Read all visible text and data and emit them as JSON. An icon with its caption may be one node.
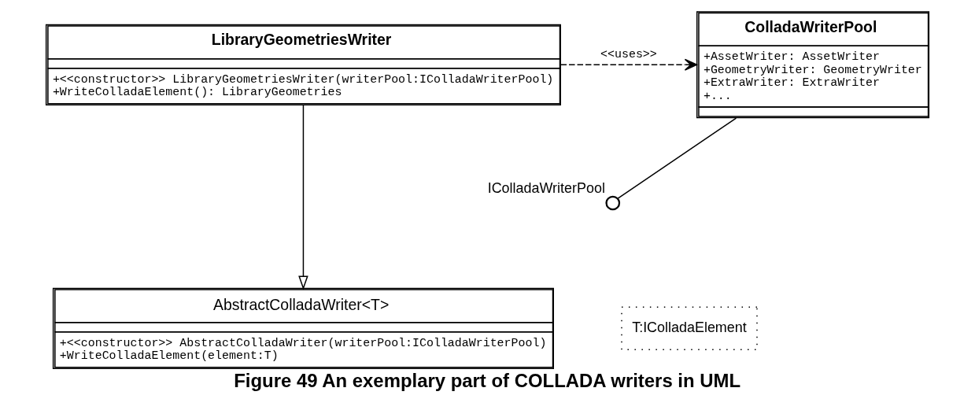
{
  "diagram": {
    "caption": "Figure 49 An exemplary part of COLLADA writers in UML",
    "nodes": [
      {
        "text": [
          "AbstractColladaWriter<T>",
          "+<<constructor>> AbstractColladaWriter(writerPool:IColladaWriterPool)",
          "+WriteColladaElement(element:T)"
        ]
      },
      {
        "text": [
          "T:IColladaElement"
        ]
      },
      {
        "text": [
          "LibraryGeometriesWriter",
          "+<<constructor>> LibraryGeometriesWriter(writerPool:IColladaWriterPool)",
          "+WriteColladaElement(): LibraryGeometries"
        ]
      },
      {
        "text": [
          "ColladaWriterPool",
          "+AssetWriter: AssetWriter",
          "+GeometryWriter: GeometryWriter",
          "+ExtraWriter: ExtraWriter",
          "+..."
        ]
      },
      {
        "text": [],
        "shape": "circle",
        "beside": [
          "IColladaWriterPool"
        ]
      }
    ],
    "edges": [
      {
        "from": 2,
        "to": 0,
        "arrow": "to"
      },
      {
        "from": 2,
        "to": 3,
        "arrow": "to",
        "style": "dashed",
        "label": "<<uses>>"
      },
      {
        "from": 3,
        "to": 4,
        "arrow": "none"
      }
    ]
  }
}
